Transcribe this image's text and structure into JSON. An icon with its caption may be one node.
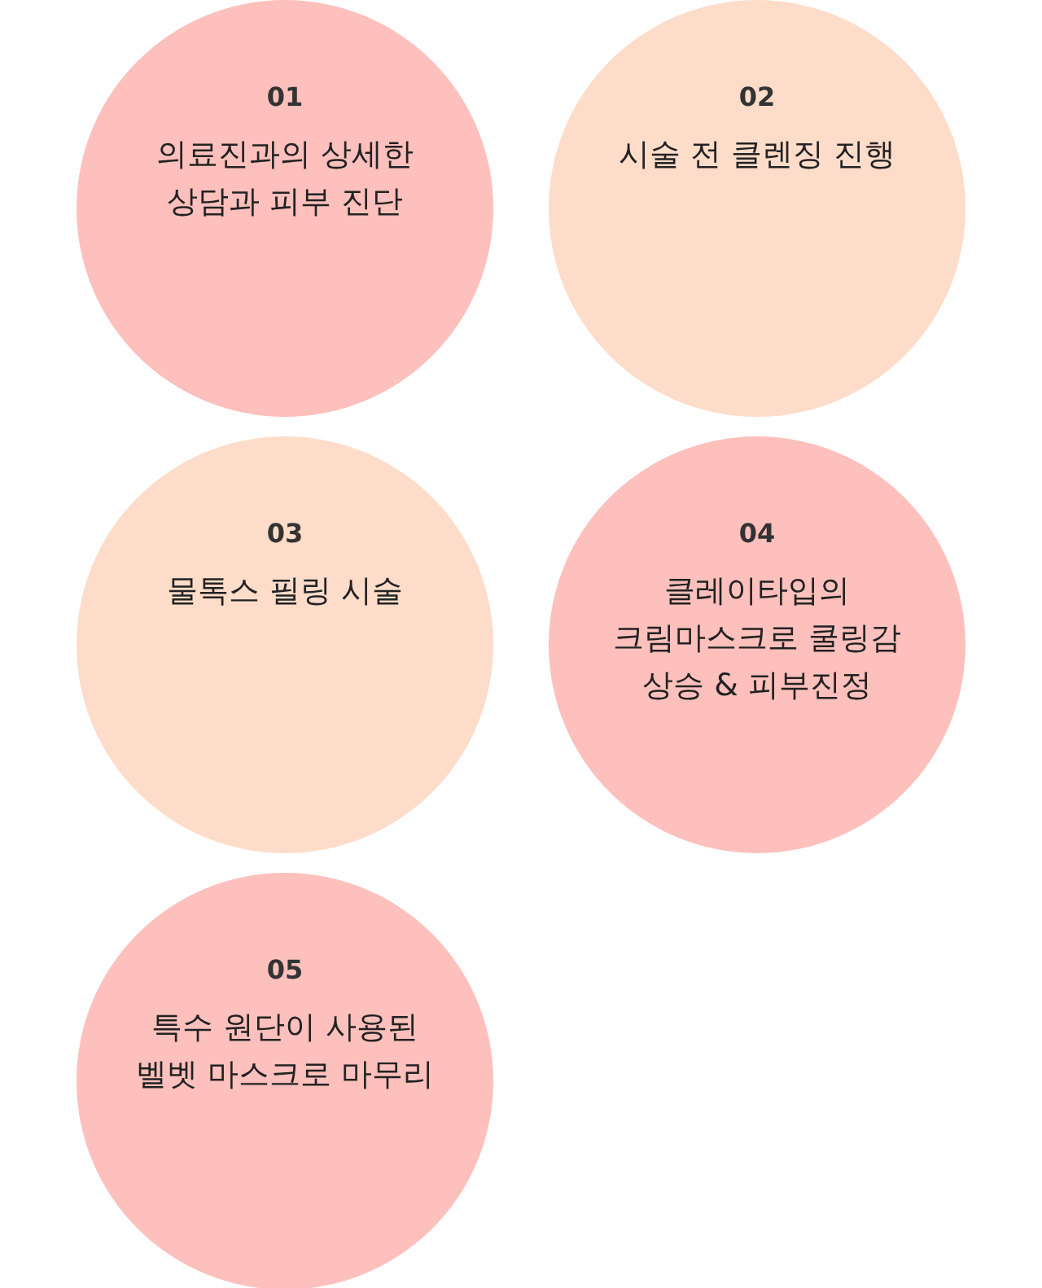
{
  "diagram": {
    "nodes": [
      {
        "text": [
          "01",
          "의료진과의 상세한 상담과 피부 진단"
        ]
      },
      {
        "text": [
          "02",
          "시술 전 클렌징 진행"
        ]
      },
      {
        "text": [
          "03",
          "물톡스 필링 시술"
        ]
      },
      {
        "text": [
          "04",
          "클레이타입의 크림마스크로 쿨링감 상승 & 피부진정"
        ]
      },
      {
        "text": [
          "05",
          "특수 원단이 사용된 벨벳 마스크로 마무리"
        ]
      }
    ],
    "edges": []
  }
}
